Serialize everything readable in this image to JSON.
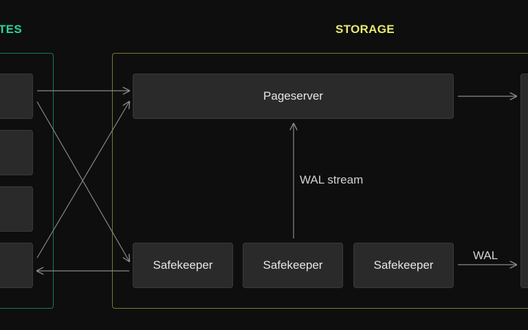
{
  "colors": {
    "background": "#0e0e0e",
    "compute_accent": "#2fd39a",
    "storage_accent": "#e7e873",
    "compute_border": "#1e7a5a",
    "storage_border": "#7a7a34",
    "node_fill": "#2a2a2b",
    "node_border": "#3a3a3c",
    "edge": "#8a8a8a"
  },
  "compute": {
    "label": "TES"
  },
  "storage": {
    "label": "STORAGE",
    "pageserver": "Pageserver",
    "safekeepers": [
      "Safekeeper",
      "Safekeeper",
      "Safekeeper"
    ]
  },
  "edges": {
    "wal_stream": "WAL stream",
    "wal": "WAL"
  }
}
